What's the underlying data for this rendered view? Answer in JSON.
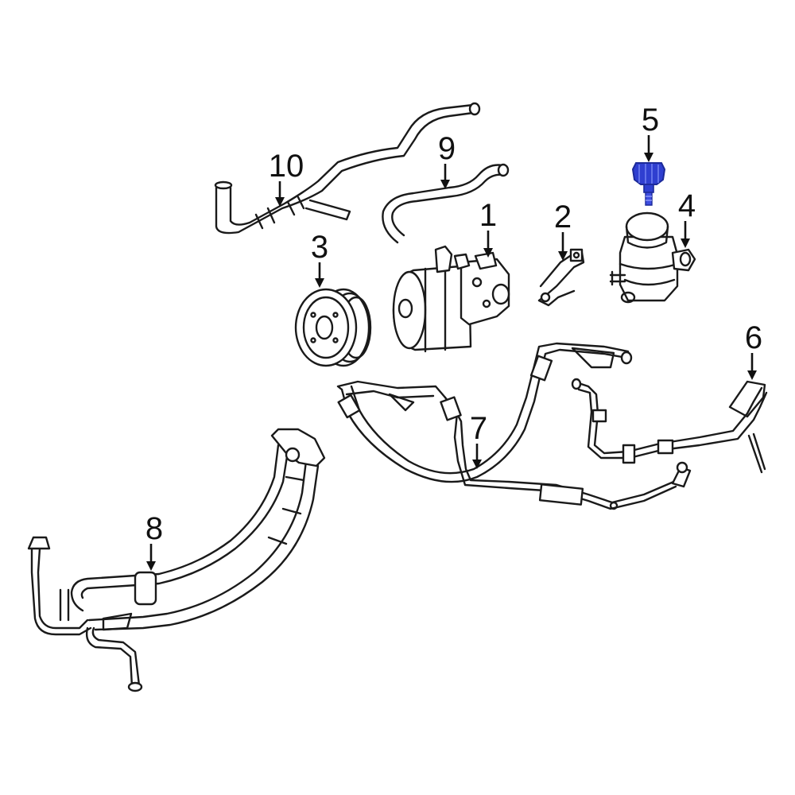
{
  "colors": {
    "line": "#1a1a1a",
    "highlight": "#2f3fd0",
    "highlight_dark": "#1c2a99",
    "background": "#ffffff"
  },
  "callouts": [
    {
      "id": "1",
      "label": "1"
    },
    {
      "id": "2",
      "label": "2"
    },
    {
      "id": "3",
      "label": "3"
    },
    {
      "id": "4",
      "label": "4"
    },
    {
      "id": "5",
      "label": "5"
    },
    {
      "id": "6",
      "label": "6"
    },
    {
      "id": "7",
      "label": "7"
    },
    {
      "id": "8",
      "label": "8"
    },
    {
      "id": "9",
      "label": "9"
    },
    {
      "id": "10",
      "label": "10"
    }
  ],
  "highlighted_part": "5"
}
